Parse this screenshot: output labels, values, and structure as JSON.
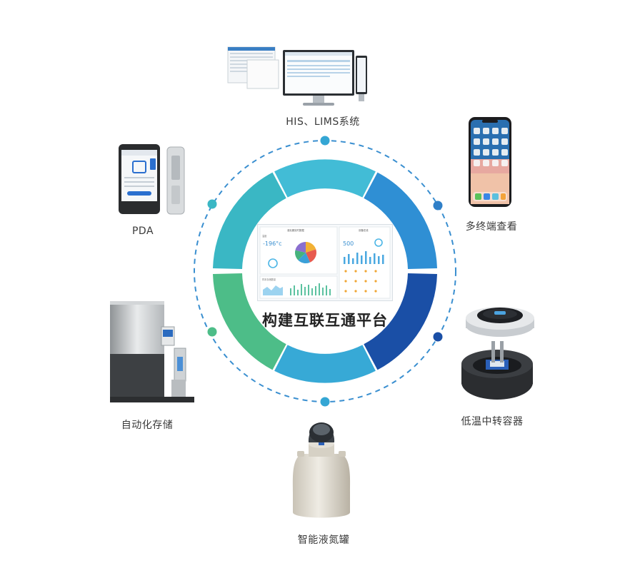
{
  "center": {
    "title": "构建互联互通平台",
    "dashboard": {
      "panel_titles": [
        "液氮罐实时数据",
        "温度",
        "设备在线",
        "样本存储数量"
      ],
      "readouts": [
        "-196°c",
        "500"
      ]
    }
  },
  "nodes": [
    {
      "id": "his",
      "label": "HIS、LIMS系统",
      "icon": "monitor-icon"
    },
    {
      "id": "multi",
      "label": "多终端查看",
      "icon": "smartphone-icon"
    },
    {
      "id": "transfer",
      "label": "低温中转容器",
      "icon": "cryo-transfer-container-icon"
    },
    {
      "id": "tank",
      "label": "智能液氮罐",
      "icon": "liquid-nitrogen-tank-icon"
    },
    {
      "id": "storage",
      "label": "自动化存储",
      "icon": "automated-storage-icon"
    },
    {
      "id": "pda",
      "label": "PDA",
      "icon": "pda-icon"
    }
  ],
  "colors": {
    "ring_dashed": "#3a8fd0",
    "seg_top": "#42bcd6",
    "seg_top_right": "#2f8fd4",
    "seg_bottom_right": "#1a4fa6",
    "seg_bottom": "#37a9d6",
    "seg_bottom_left": "#4dbd88",
    "seg_top_left": "#3ab7c4",
    "dot": "#34a6d4"
  }
}
